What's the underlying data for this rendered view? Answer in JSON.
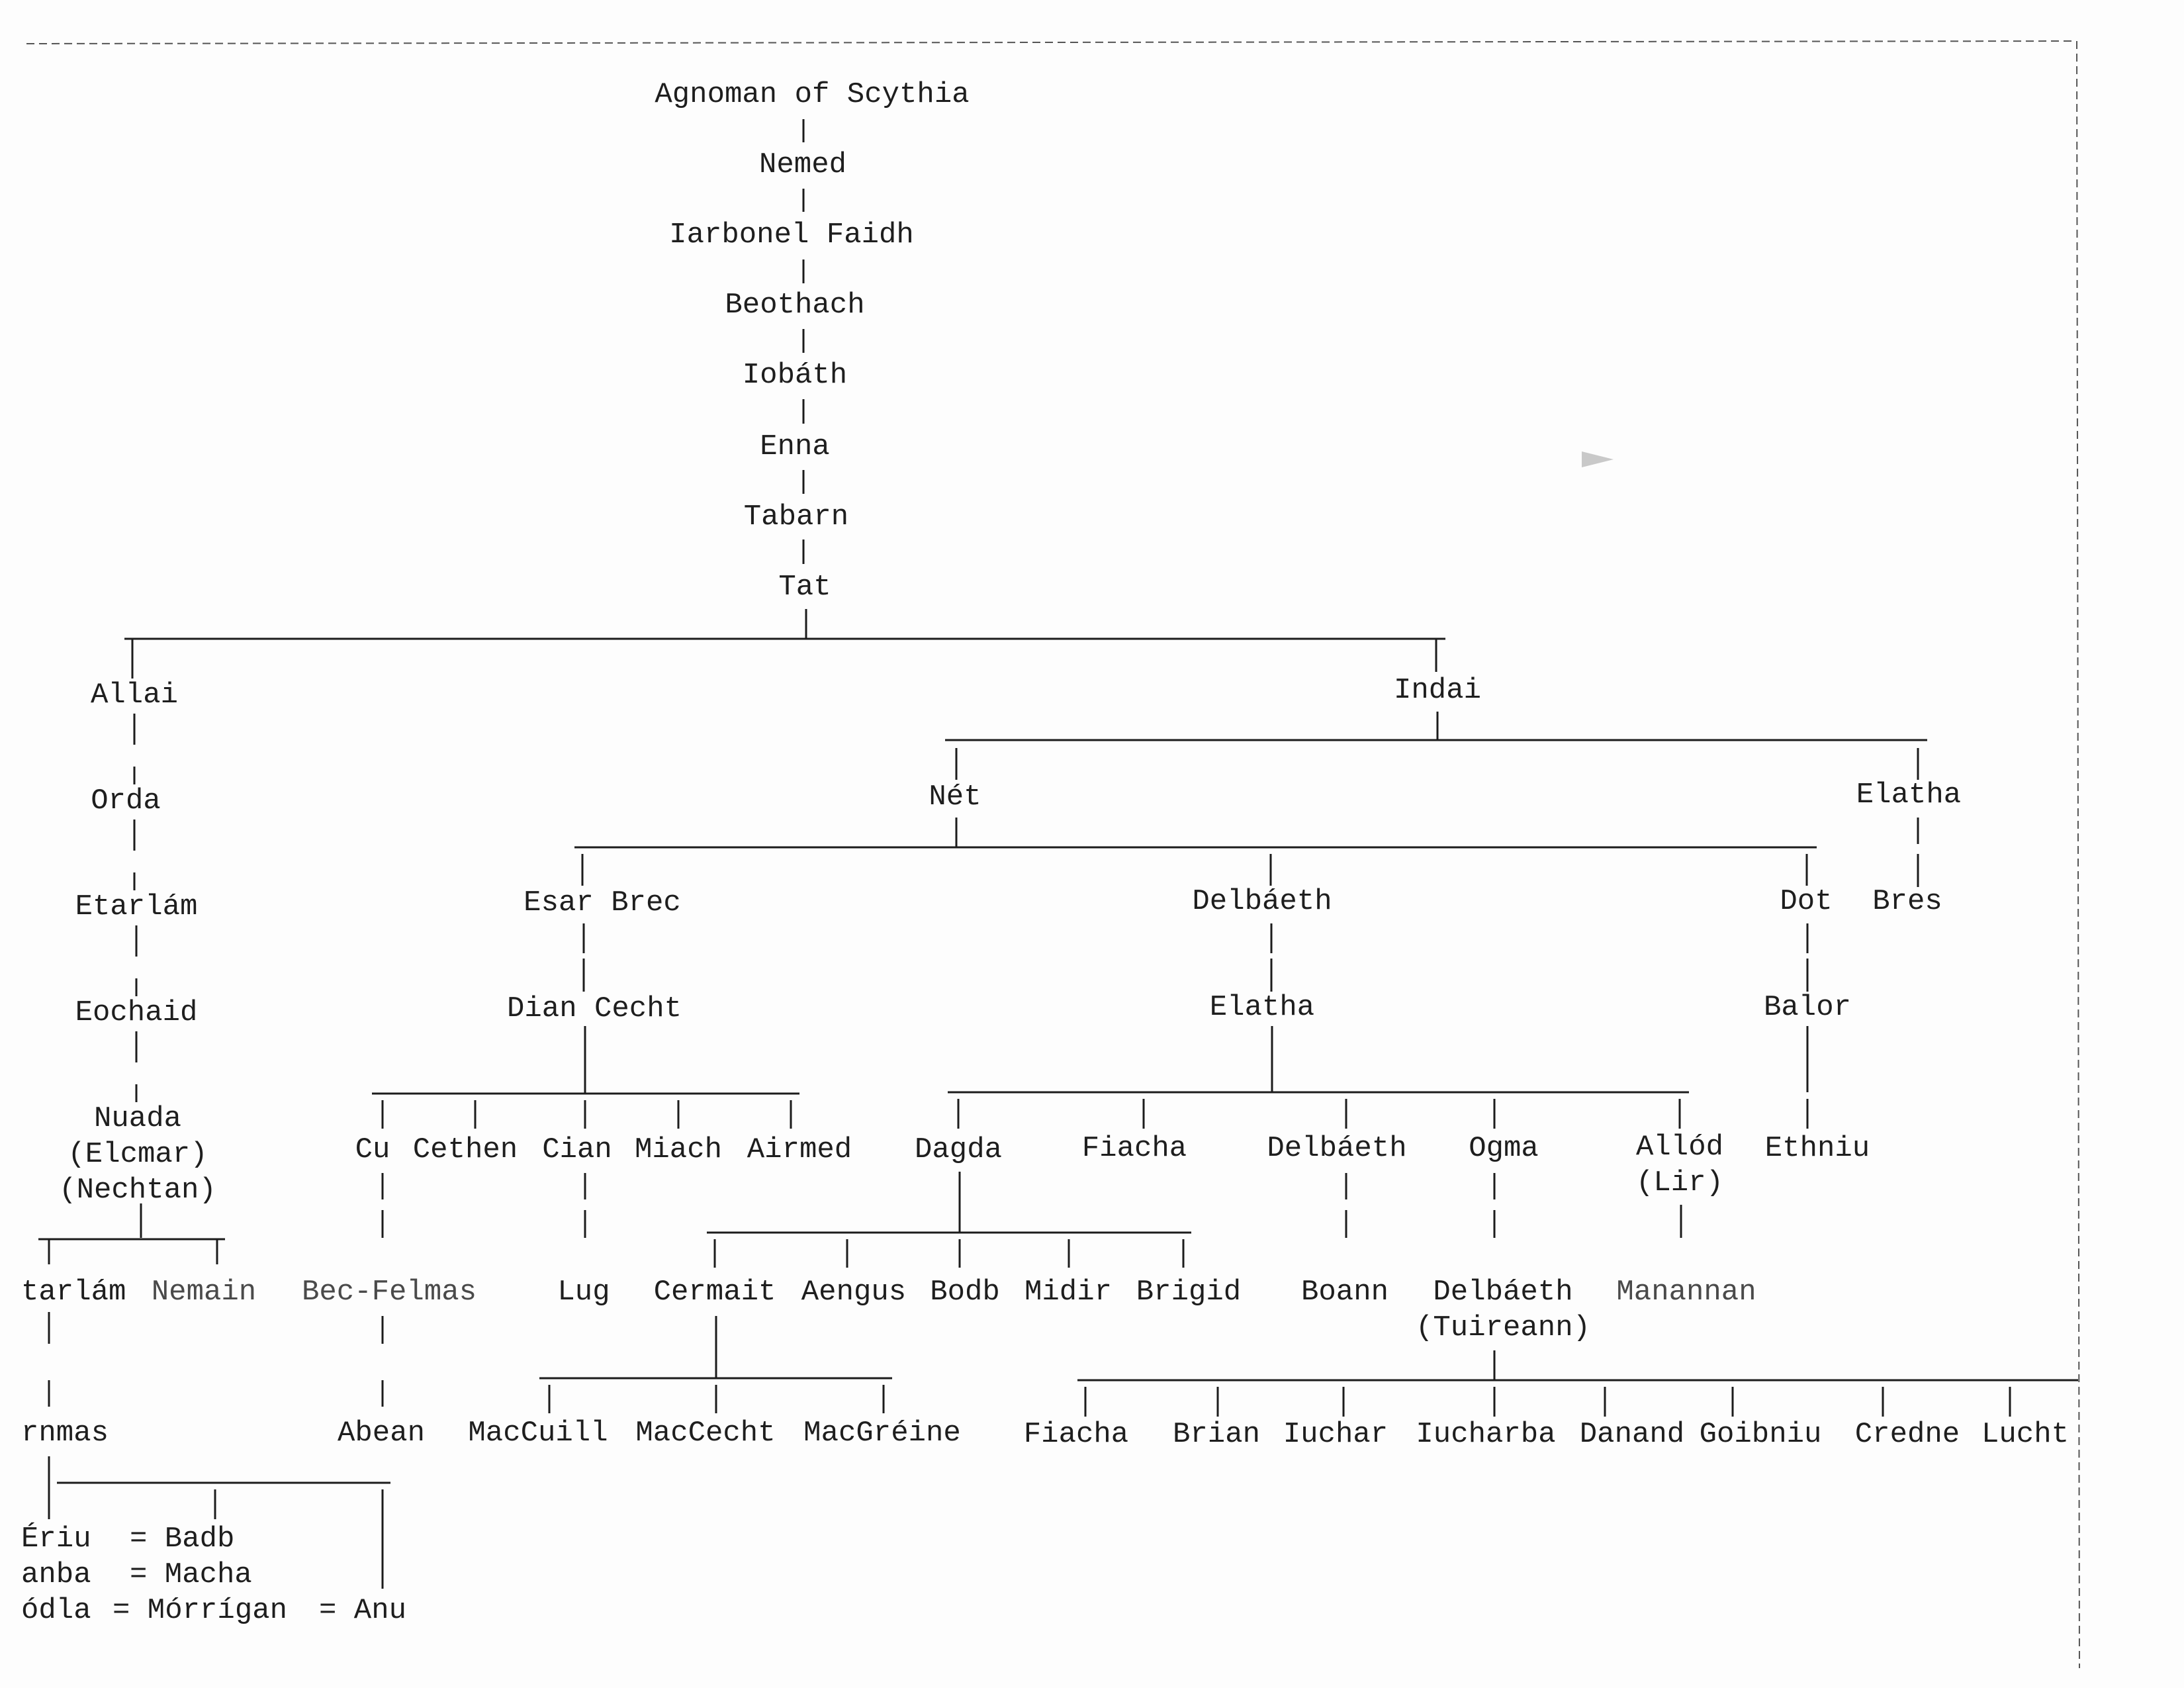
{
  "names": {
    "agnoman": "Agnoman of Scythia",
    "nemed": "Nemed",
    "iarbonel": "Iarbonel Faidh",
    "beothach": "Beothach",
    "iobath": "Iobáth",
    "enna": "Enna",
    "tabarn": "Tabarn",
    "tat": "Tat",
    "allai": "Allai",
    "orda": "Orda",
    "etarlam1": "Etarlám",
    "eochaid": "Eochaid",
    "nuada": "Nuada",
    "nuada_alias1": "(Elcmar)",
    "nuada_alias2": "(Nechtan)",
    "etarlam2": "tarlám",
    "nemain": "Nemain",
    "ernmas": "rnmas",
    "eriu": "Ériu",
    "badb": "= Badb",
    "banba": "anba",
    "macha": "= Macha",
    "fodla": "ódla",
    "morrigan": "= Mórrígan",
    "anu": "= Anu",
    "indai": "Indai",
    "net": "Nét",
    "elatha_top": "Elatha",
    "bres": "Bres",
    "esar_brec": "Esar Brec",
    "delbaeth_top": "Delbáeth",
    "dot": "Dot",
    "dian_cecht": "Dian Cecht",
    "elatha_mid": "Elatha",
    "balor": "Balor",
    "cu": "Cu",
    "cethen": "Cethen",
    "cian": "Cian",
    "miach": "Miach",
    "airmed": "Airmed",
    "dagda": "Dagda",
    "fiacha_mid": "Fiacha",
    "delbaeth_mid": "Delbáeth",
    "ogma": "Ogma",
    "allod": "Allód",
    "allod_alias": "(Lir)",
    "ethniu": "Ethniu",
    "bec_felmas": "Bec-Felmas",
    "lug": "Lug",
    "cermait": "Cermait",
    "aengus": "Aengus",
    "bodb": "Bodb",
    "midir": "Midir",
    "brigid": "Brigid",
    "boann": "Boann",
    "delbaeth_low": "Delbáeth",
    "delbaeth_low_alias": "(Tuireann)",
    "manannan": "Manannan",
    "abean": "Abean",
    "maccuill": "MacCuill",
    "maccecht": "MacCecht",
    "macgreine": "MacGréine",
    "fiacha_low": "Fiacha",
    "brian": "Brian",
    "iuchar": "Iuchar",
    "iucharba": "Iucharba",
    "danand": "Danand",
    "goibniu": "Goibniu",
    "credne": "Credne",
    "lucht": "Lucht"
  }
}
